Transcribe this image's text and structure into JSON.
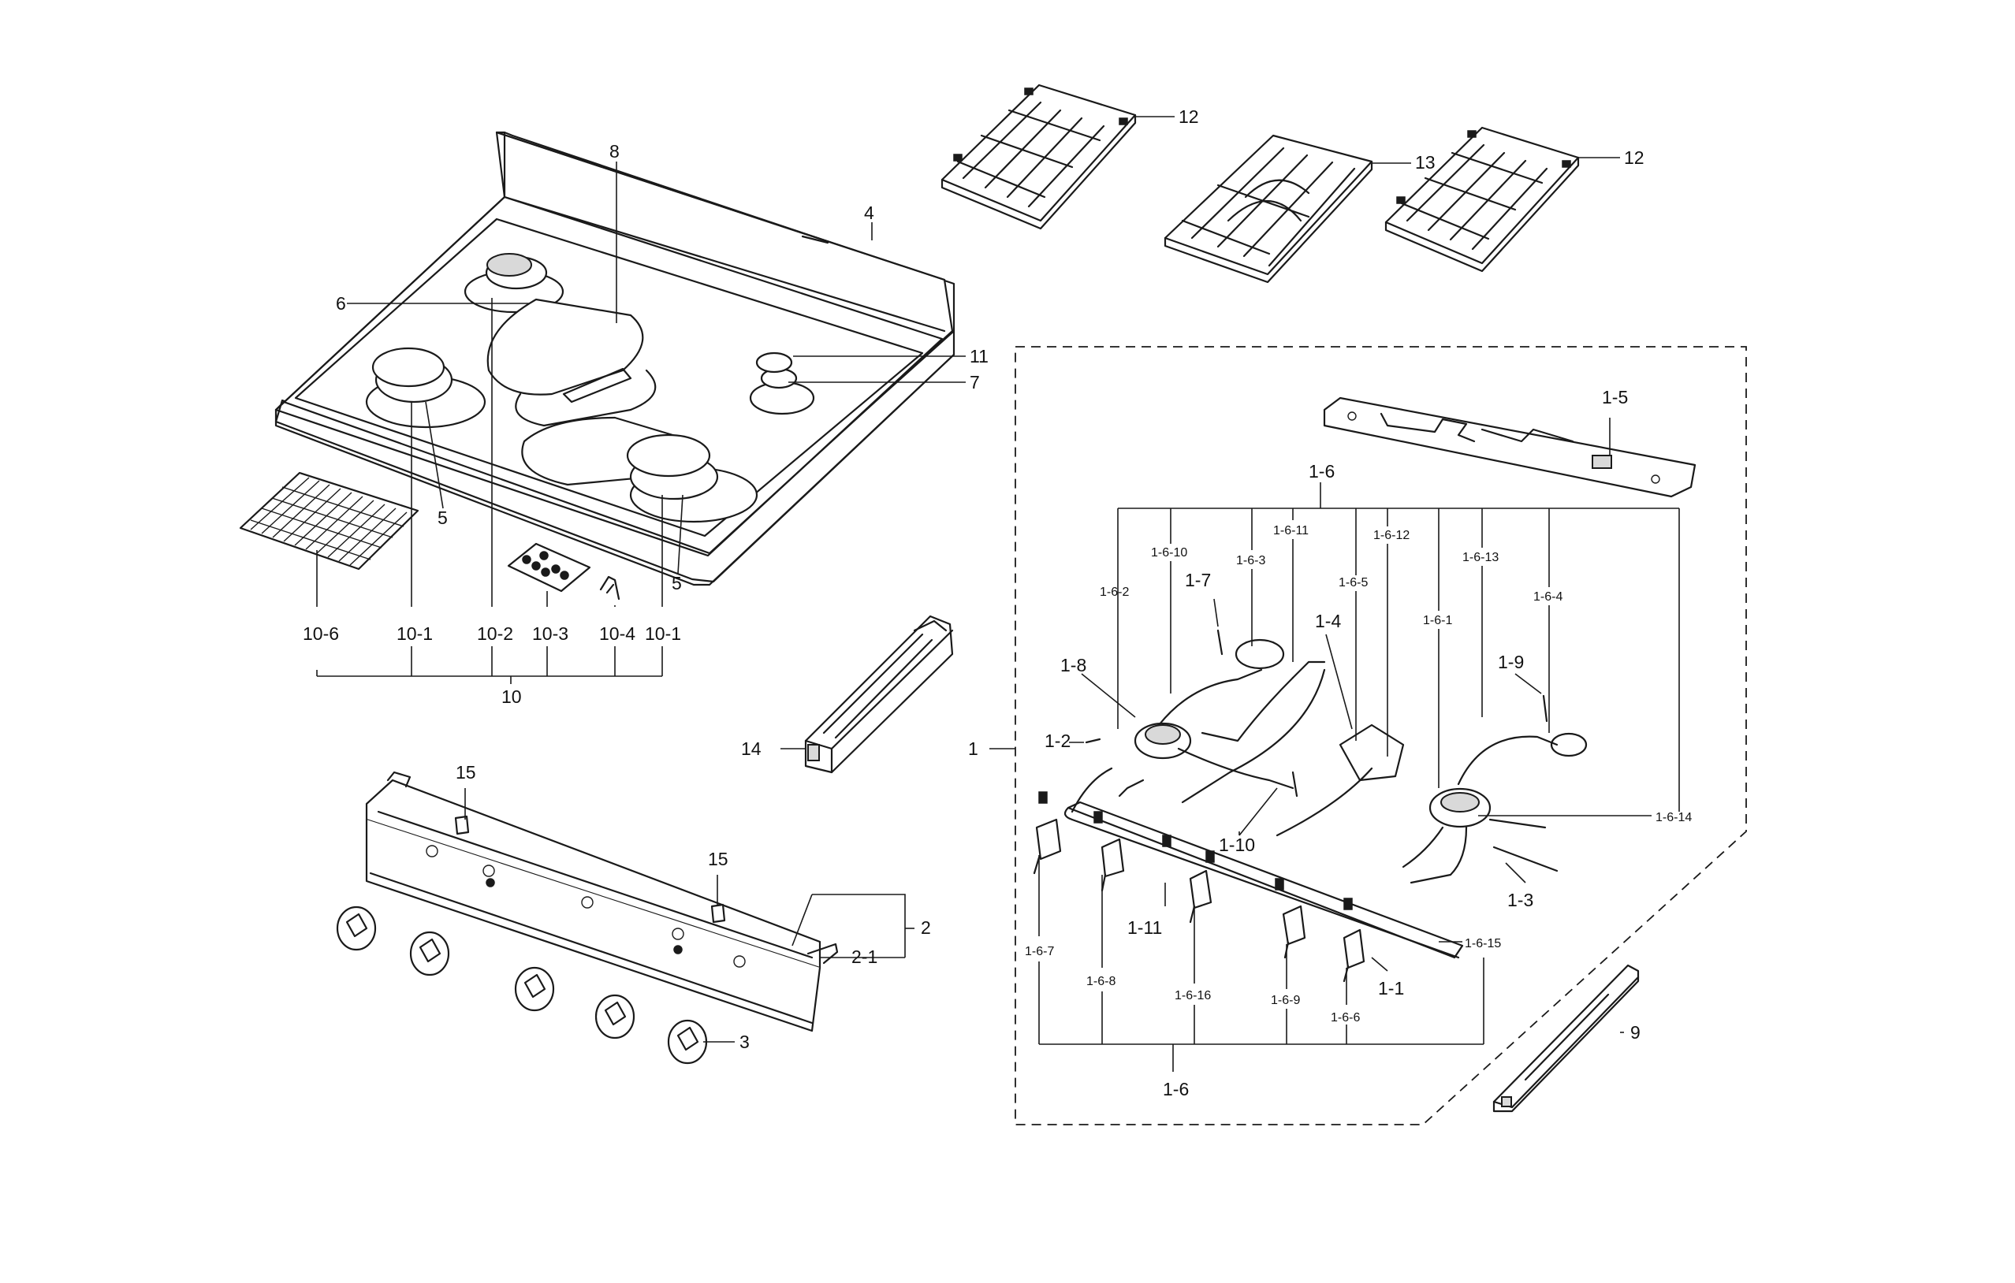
{
  "colors": {
    "line": "#1a1a1a",
    "background": "#ffffff",
    "shade": "#d9d9d9"
  },
  "labels": {
    "grate_left": "12",
    "grate_center": "13",
    "grate_right": "12",
    "cooktop": "4",
    "divider": "8",
    "burner_rear_left": "6",
    "burner_cap_small": "11",
    "burner_small": "7",
    "burner_front_left": "5",
    "burner_front_right": "5",
    "valve_assembly": "1",
    "rail_top": "1-5",
    "manifold_top": "1-6",
    "manifold_bottom": "1-6",
    "p_1_6_10": "1-6-10",
    "p_1_6_11": "1-6-11",
    "p_1_6_12": "1-6-12",
    "p_1_6_13": "1-6-13",
    "p_1_6_2": "1-6-2",
    "p_1_7": "1-7",
    "p_1_6_3": "1-6-3",
    "p_1_6_5": "1-6-5",
    "p_1_6_1": "1-6-1",
    "p_1_6_4": "1-6-4",
    "p_1_4": "1-4",
    "p_1_8": "1-8",
    "p_1_9": "1-9",
    "p_1_2": "1-2",
    "p_1_10": "1-10",
    "p_1_6_14": "1-6-14",
    "p_1_3": "1-3",
    "p_1_11": "1-11",
    "p_1_6_15": "1-6-15",
    "p_1_1": "1-1",
    "p_1_6_7": "1-6-7",
    "p_1_6_8": "1-6-8",
    "p_1_6_16": "1-6-16",
    "p_1_6_9": "1-6-9",
    "p_1_6_6": "1-6-6",
    "p_10_6": "10-6",
    "p_10_1a": "10-1",
    "p_10_2": "10-2",
    "p_10_3": "10-3",
    "p_10_4": "10-4",
    "p_10_1b": "10-1",
    "p_10": "10",
    "p_14": "14",
    "p_15a": "15",
    "p_15b": "15",
    "p_2": "2",
    "p_2_1": "2-1",
    "p_3": "3",
    "p_9": "9"
  }
}
